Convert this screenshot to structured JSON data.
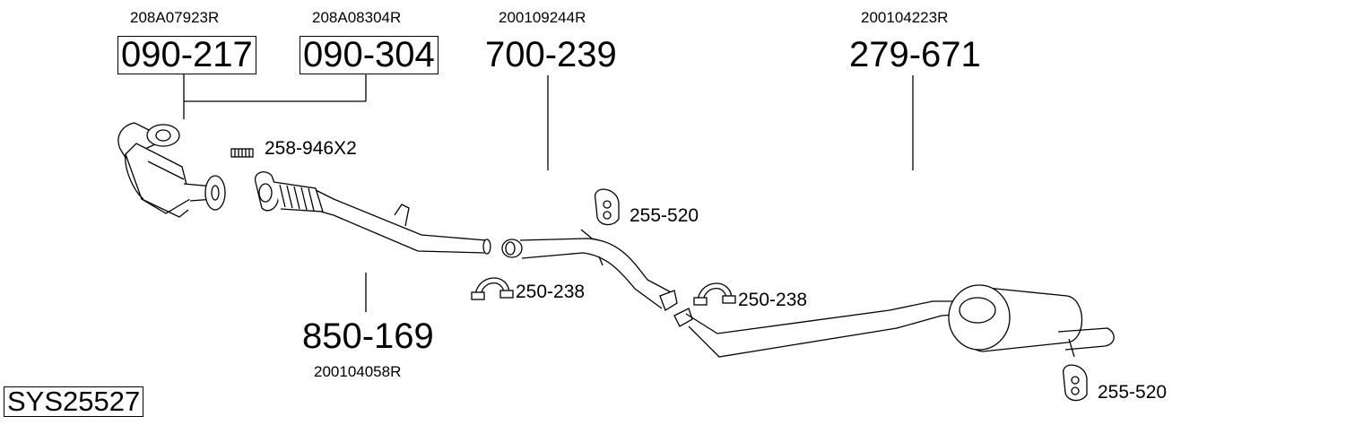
{
  "system_code": "SYS25527",
  "parts": [
    {
      "id": "cat1",
      "number": "090-217",
      "oem": "208A07923R"
    },
    {
      "id": "cat2",
      "number": "090-304",
      "oem": "208A08304R"
    },
    {
      "id": "middle",
      "number": "700-239",
      "oem": "200109244R"
    },
    {
      "id": "rear",
      "number": "279-671",
      "oem": "200104223R"
    },
    {
      "id": "front",
      "number": "850-169",
      "oem": "200104058R"
    }
  ],
  "accessories": {
    "bolt": "258-946X2",
    "hanger_1": "255-520",
    "clamp_1": "250-238",
    "clamp_2": "250-238",
    "hanger_2": "255-520"
  }
}
